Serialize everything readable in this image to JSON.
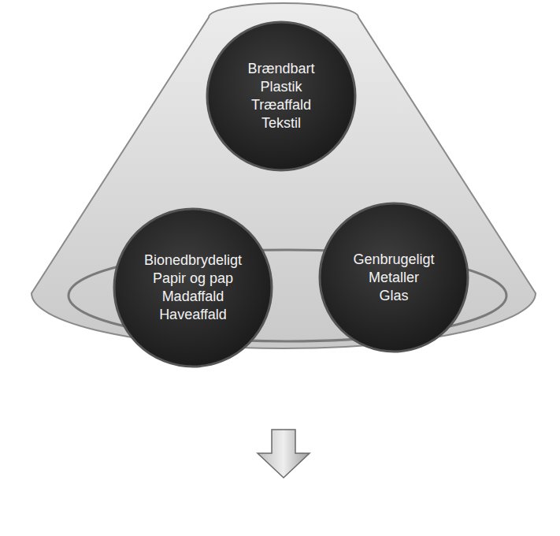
{
  "diagram": {
    "nodes": [
      {
        "text": [
          "Brændbart",
          "Plastik",
          "Træaffald",
          "Tekstil"
        ]
      },
      {
        "text": [
          "Bionedbrydeligt",
          "Papir og pap",
          "Madaffald",
          "Haveaffald"
        ]
      },
      {
        "text": [
          "Genbrugeligt",
          "Metaller",
          "Glas"
        ]
      }
    ]
  }
}
